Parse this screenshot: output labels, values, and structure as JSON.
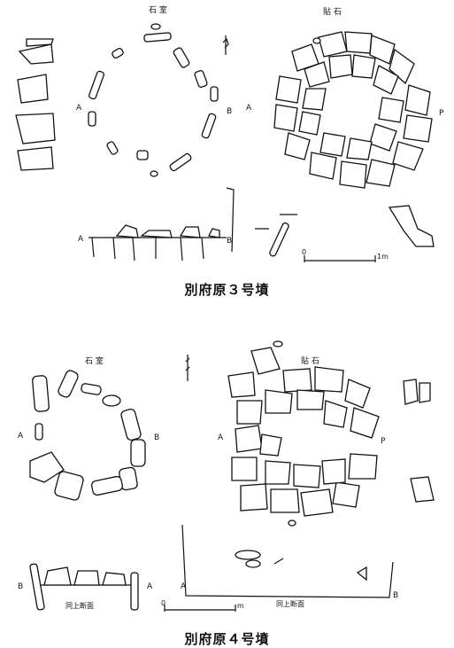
{
  "tomb3": {
    "label_left": "石 室",
    "label_right": "貼 石",
    "section_a": "A",
    "section_b": "B",
    "section_p": "P",
    "scale_zero": "0",
    "scale_unit": "1m",
    "caption": "別府原３号墳"
  },
  "tomb4": {
    "label_left": "石 室",
    "label_right": "貼 石",
    "section_a": "A",
    "section_b": "B",
    "section_p": "P",
    "section_note_left": "同上断面",
    "section_note_right": "同上断面",
    "scale_zero": "0",
    "scale_unit": "m",
    "caption": "別府原４号墳"
  }
}
